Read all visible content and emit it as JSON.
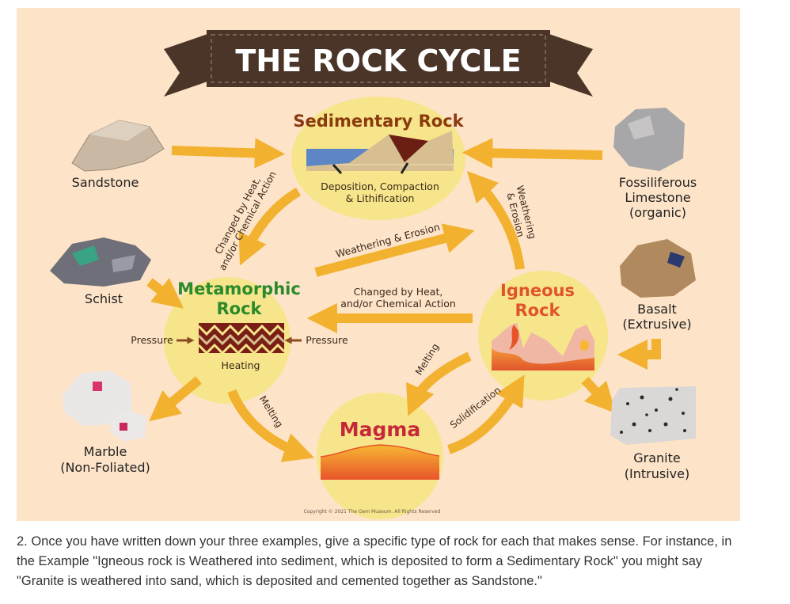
{
  "title": "THE ROCK CYCLE",
  "nodes": {
    "sedimentary": {
      "label": "Sedimentary Rock",
      "process": [
        "Deposition, Compaction",
        "& Lithification"
      ]
    },
    "metamorphic": {
      "label": [
        "Metamorphic",
        "Rock"
      ],
      "process": "Heating",
      "pressure_left": "Pressure",
      "pressure_right": "Pressure"
    },
    "igneous": {
      "label": [
        "Igneous",
        "Rock"
      ]
    },
    "magma": {
      "label": "Magma"
    }
  },
  "arrows": {
    "heat_chem_upper": [
      "Changed by Heat,",
      "and/or Chemical Action"
    ],
    "weathering_center": "Weathering & Erosion",
    "weathering_right": [
      "Weathering",
      "& Erosion"
    ],
    "heat_chem_center": [
      "Changed by Heat,",
      "and/or Chemical Action"
    ],
    "melting_left": "Melting",
    "melting_right": "Melting",
    "solidification": "Solidification"
  },
  "rocks": {
    "sandstone": "Sandstone",
    "schist": "Schist",
    "marble": [
      "Marble",
      "(Non-Foliated)"
    ],
    "limestone": [
      "Fossiliferous",
      "Limestone",
      "(organic)"
    ],
    "basalt": [
      "Basalt",
      "(Extrusive)"
    ],
    "granite": [
      "Granite",
      "(Intrusive)"
    ]
  },
  "copyright": "Copyright © 2021 The Gem Museum. All Rights Reserved",
  "caption": "2. Once you have written down your three examples, give a specific type of rock for each that makes sense. For instance, in the Example \"Igneous rock is Weathered into sediment, which is deposited to form a Sedimentary Rock\" you might say \"Granite is weathered into sand, which is deposited and cemented together as Sandstone.\"",
  "colors": {
    "background": "#fde3c8",
    "circle": "#f6e58a",
    "arrow": "#f2b12f",
    "banner": "#4a3528",
    "sedimentary_text": "#8a3a0e",
    "metamorphic_text": "#2b8a2b",
    "igneous_text": "#e0542c",
    "magma_text": "#c6283a"
  }
}
